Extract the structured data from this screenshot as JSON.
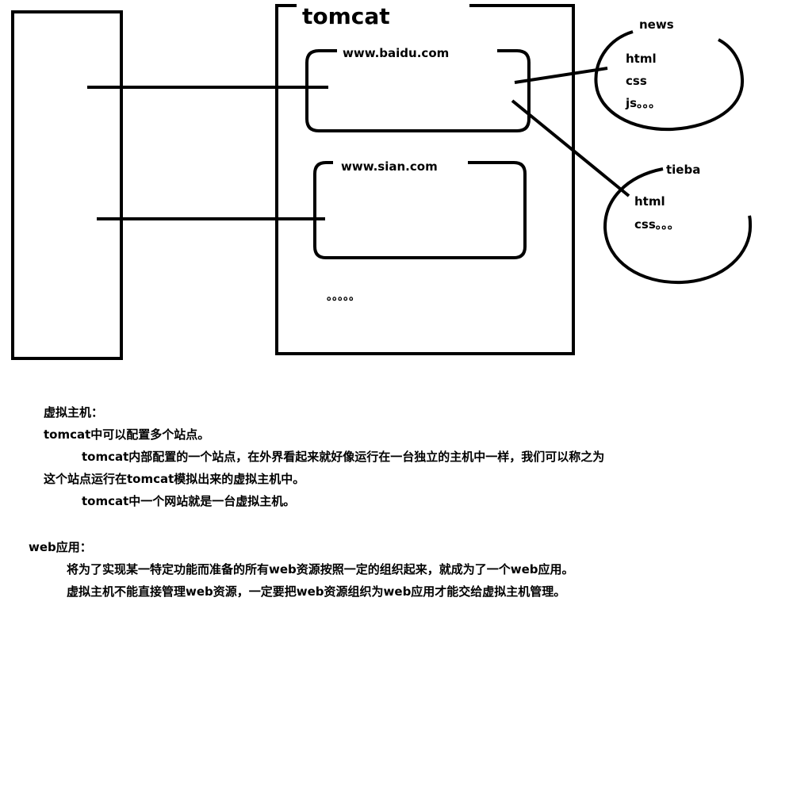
{
  "diagram": {
    "server_label": "tomcat",
    "host_1_label": "www.baidu.com",
    "host_2_label": "www.sian.com",
    "more_hosts": "。。。。。",
    "app_news": {
      "label": "news",
      "items": [
        "html",
        "css",
        "js。。。"
      ]
    },
    "app_tieba": {
      "label": "tieba",
      "items": [
        "html",
        "css。。。"
      ]
    }
  },
  "notes": {
    "virtual_host_heading": "虚拟主机：",
    "virtual_host_line_1": "tomcat中可以配置多个站点。",
    "virtual_host_line_2": "tomcat内部配置的一个站点，在外界看起来就好像运行在一台独立的主机中一样，我们可以称之为",
    "virtual_host_line_3": "这个站点运行在tomcat模拟出来的虚拟主机中。",
    "virtual_host_line_4": "tomcat中一个网站就是一台虚拟主机。",
    "web_app_heading": "web应用：",
    "web_app_line_1": "将为了实现某一特定功能而准备的所有web资源按照一定的组织起来，就成为了一个web应用。",
    "web_app_line_2": "虚拟主机不能直接管理web资源，一定要把web资源组织为web应用才能交给虚拟主机管理。"
  }
}
